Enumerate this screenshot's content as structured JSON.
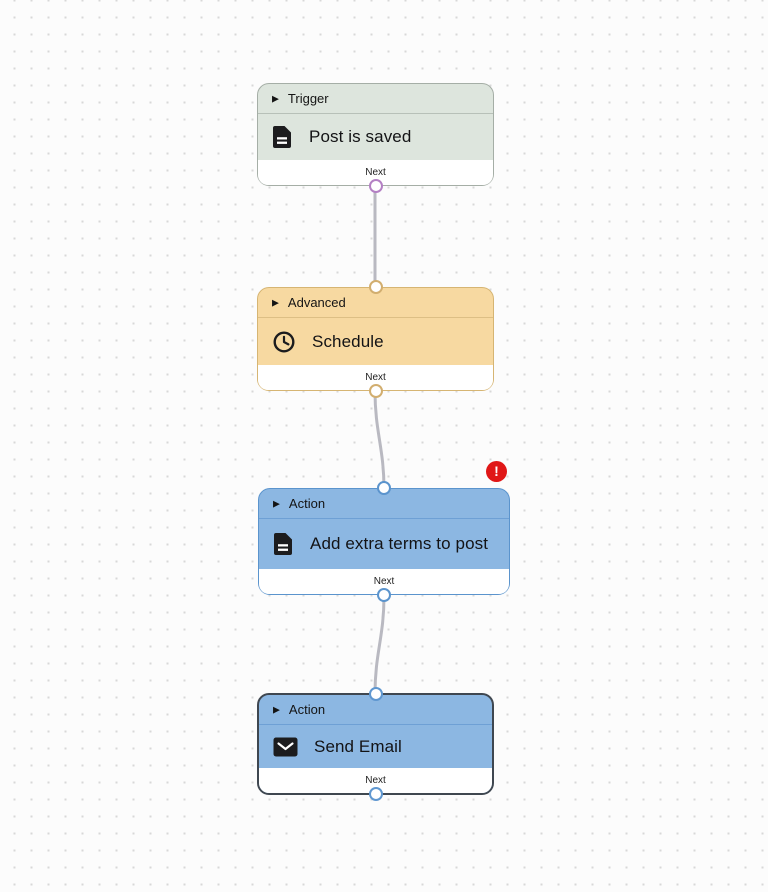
{
  "canvas": {
    "background_color": "#fcfcfc",
    "dot_color": "#d8d8d8",
    "connector_color": "#b9b9c1"
  },
  "nodes": [
    {
      "category": "Trigger",
      "title": "Post is saved",
      "footer_label": "Next",
      "icon": "file-text-icon",
      "collapse_icon": "▶",
      "selected": false,
      "error": null,
      "colors": {
        "fill": "#dde5dd",
        "border": "#a5aea6",
        "divider": "#b7c0b8",
        "port": "#b480c4"
      }
    },
    {
      "category": "Advanced",
      "title": "Schedule",
      "footer_label": "Next",
      "icon": "clock-icon",
      "collapse_icon": "▶",
      "selected": false,
      "error": null,
      "colors": {
        "fill": "#f7d9a1",
        "border": "#d6b573",
        "divider": "#ddbf85",
        "port": "#d2ae6f"
      }
    },
    {
      "category": "Action",
      "title": "Add extra terms to post",
      "footer_label": "Next",
      "icon": "file-text-icon",
      "collapse_icon": "▶",
      "selected": false,
      "error": {
        "badge": "!"
      },
      "colors": {
        "fill": "#8cb7e2",
        "border": "#5b94cd",
        "divider": "#6ea0d5",
        "port": "#5b94cd",
        "error_badge": "#e01717"
      }
    },
    {
      "category": "Action",
      "title": "Send Email",
      "footer_label": "Next",
      "icon": "envelope-icon",
      "collapse_icon": "▶",
      "selected": true,
      "error": null,
      "colors": {
        "fill": "#8cb7e2",
        "border": "#3f4750",
        "divider": "#6ea0d5",
        "port": "#5f97d0"
      }
    }
  ]
}
